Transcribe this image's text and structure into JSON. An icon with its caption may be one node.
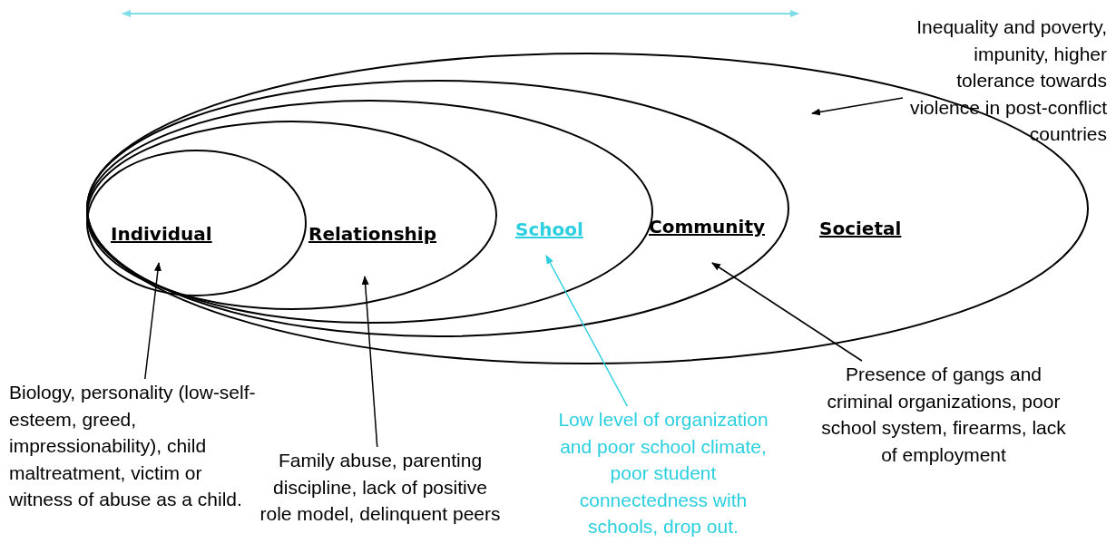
{
  "diagram": {
    "nodes": [
      {
        "text": [
          "Societal"
        ]
      },
      {
        "text": [
          "Community"
        ],
        "in": 0
      },
      {
        "text": [
          "School"
        ],
        "in": 1
      },
      {
        "text": [
          "Relationship"
        ],
        "in": 2
      },
      {
        "text": [
          "Individual"
        ],
        "in": 3
      },
      {
        "text": [
          "Inequality and poverty, impunity, higher tolerance towards violence in post-conflict countries"
        ]
      },
      {
        "text": [
          "Biology, personality (low-self-esteem, greed, impressionability), child maltreatment, victim or witness of abuse as a child."
        ]
      },
      {
        "text": [
          "Family abuse, parenting discipline, lack of positive role model, delinquent peers"
        ]
      },
      {
        "text": [
          "Low level of organization and poor school climate, poor student connectedness with schools, drop out."
        ]
      },
      {
        "text": [
          "Presence of gangs and criminal organizations, poor school system, firearms, lack of employment"
        ]
      }
    ],
    "edges": [
      {
        "from": 5,
        "to": 0,
        "arrow": "to"
      },
      {
        "from": 6,
        "to": 4,
        "arrow": "to"
      },
      {
        "from": 7,
        "to": 3,
        "arrow": "to"
      },
      {
        "from": 8,
        "to": 2,
        "arrow": "to",
        "color": "#2ccfe0"
      },
      {
        "from": 9,
        "to": 1,
        "arrow": "to"
      }
    ]
  }
}
